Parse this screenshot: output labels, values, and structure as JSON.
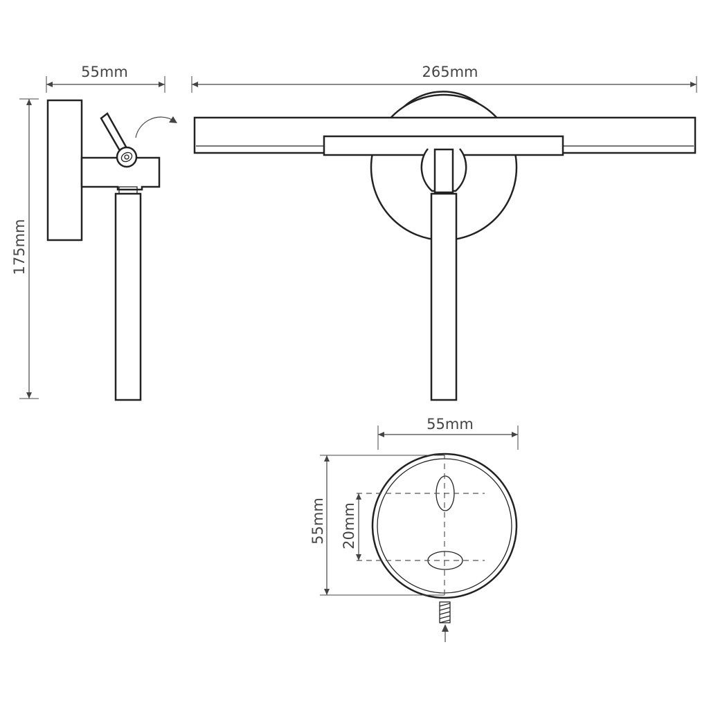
{
  "dimensions": {
    "side_width": "55mm",
    "front_width": "265mm",
    "height": "175mm",
    "plate_width": "55mm",
    "plate_height": "55mm",
    "hole_spacing": "20mm"
  }
}
